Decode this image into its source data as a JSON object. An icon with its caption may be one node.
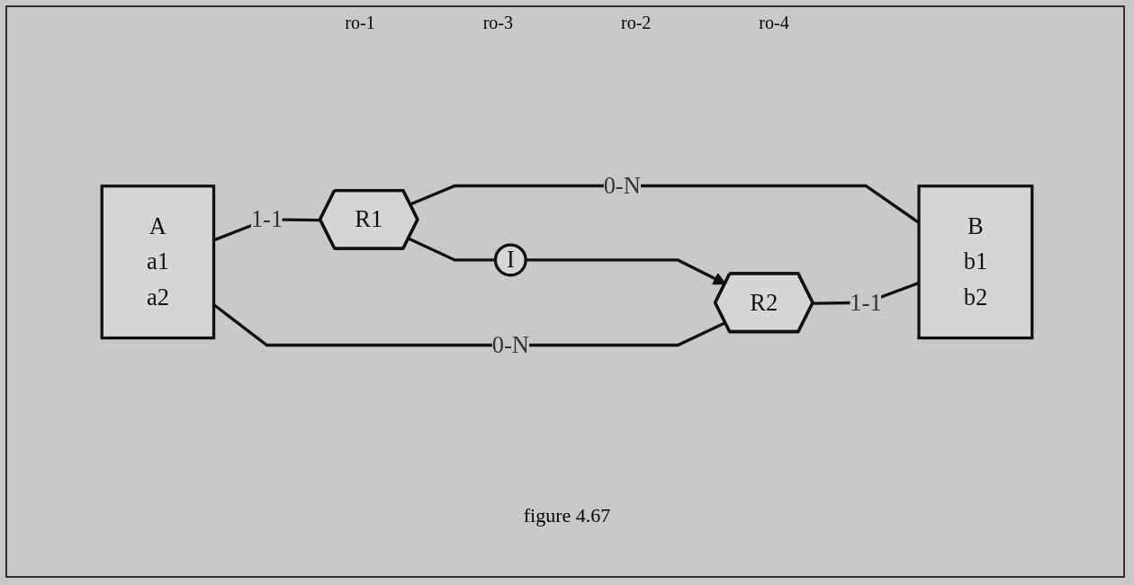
{
  "diagram": {
    "caption": "figure 4.67",
    "nodes": [
      {
        "text": [
          "A",
          "a1",
          "a2"
        ]
      },
      {
        "text": [
          "B",
          "b1",
          "b2"
        ]
      },
      {
        "text": [
          "R1"
        ]
      },
      {
        "text": [
          "I"
        ]
      },
      {
        "text": [
          "R2"
        ]
      }
    ],
    "edges": [
      {
        "from": 0,
        "to": 2,
        "arrow": "none",
        "label": "1-1"
      },
      {
        "from": 2,
        "to": 1,
        "arrow": "none",
        "label": "0-N"
      },
      {
        "from": 2,
        "to": 3,
        "arrow": "none"
      },
      {
        "from": 3,
        "to": 4,
        "arrow": "to"
      },
      {
        "from": 0,
        "to": 4,
        "arrow": "none",
        "label": "0-N"
      },
      {
        "from": 4,
        "to": 1,
        "arrow": "none",
        "label": "1-1"
      }
    ],
    "labels": [
      "ro-1",
      "ro-3",
      "ro-2",
      "ro-4"
    ]
  }
}
